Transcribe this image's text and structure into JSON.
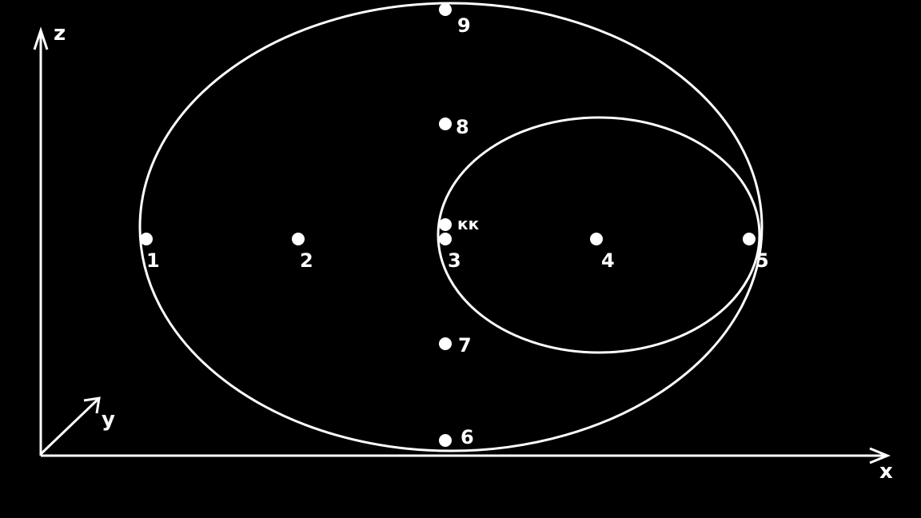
{
  "axes": {
    "x_label": "x",
    "y_label": "y",
    "z_label": "z"
  },
  "points": {
    "p1": "1",
    "p2": "2",
    "p3": "3",
    "p4": "4",
    "p5": "5",
    "p6": "6",
    "p7": "7",
    "p8": "8",
    "p9": "9",
    "kk": "кк"
  },
  "colors": {
    "background": "#000000",
    "foreground": "#ffffff"
  }
}
